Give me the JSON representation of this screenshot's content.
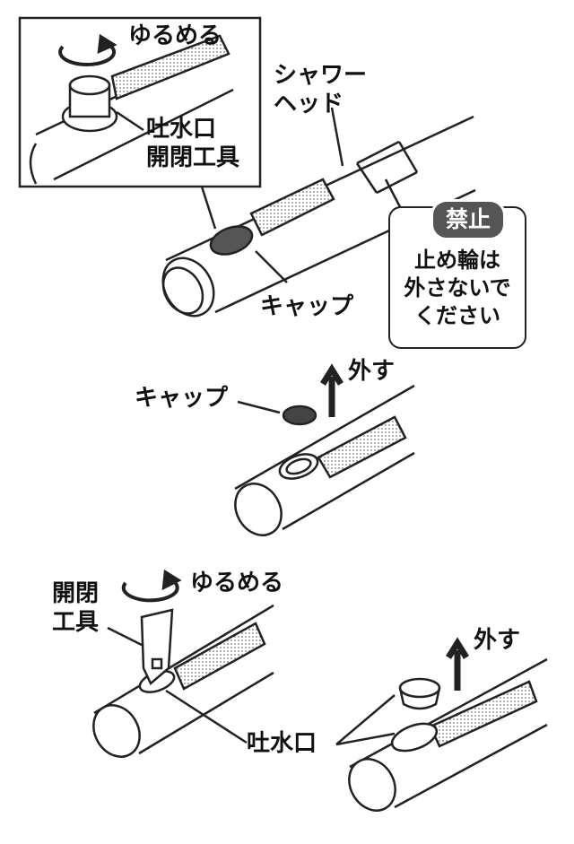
{
  "panel1": {
    "inset_loosen": "ゆるめる",
    "inset_tool": [
      "吐水口",
      "開閉工具"
    ],
    "shower_head": [
      "シャワー",
      "ヘッド"
    ],
    "cap": "キャップ",
    "prohibited_badge": "禁止",
    "warning_lines": [
      "止め輪は",
      "外さないで",
      "ください"
    ]
  },
  "panel2": {
    "cap": "キャップ",
    "remove": "外す"
  },
  "panel3": {
    "tool": [
      "開閉",
      "工具"
    ],
    "loosen": "ゆるめる",
    "spout": "吐水口",
    "remove": "外す"
  },
  "colors": {
    "line": "#222222",
    "badge": "#555555",
    "mesh": "#888888"
  }
}
